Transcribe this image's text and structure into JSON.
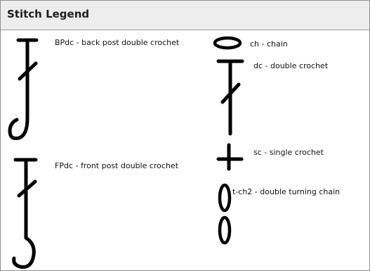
{
  "title": "Stitch Legend",
  "stitches": [
    {
      "symbol": "bpdc-symbol-icon",
      "label": "BPdc - back post double crochet"
    },
    {
      "symbol": "chain-symbol-icon",
      "label": "ch - chain"
    },
    {
      "symbol": "dc-symbol-icon",
      "label": "dc - double crochet"
    },
    {
      "symbol": "fpdc-symbol-icon",
      "label": "FPdc - front post double crochet"
    },
    {
      "symbol": "sc-symbol-icon",
      "label": "sc - single crochet"
    },
    {
      "symbol": "tch2-symbol-icon",
      "label": "t-ch2 - double turning chain"
    }
  ],
  "colors": {
    "symbol": "#000000",
    "header_bg": "#ededed",
    "border": "#8f8f8f"
  }
}
